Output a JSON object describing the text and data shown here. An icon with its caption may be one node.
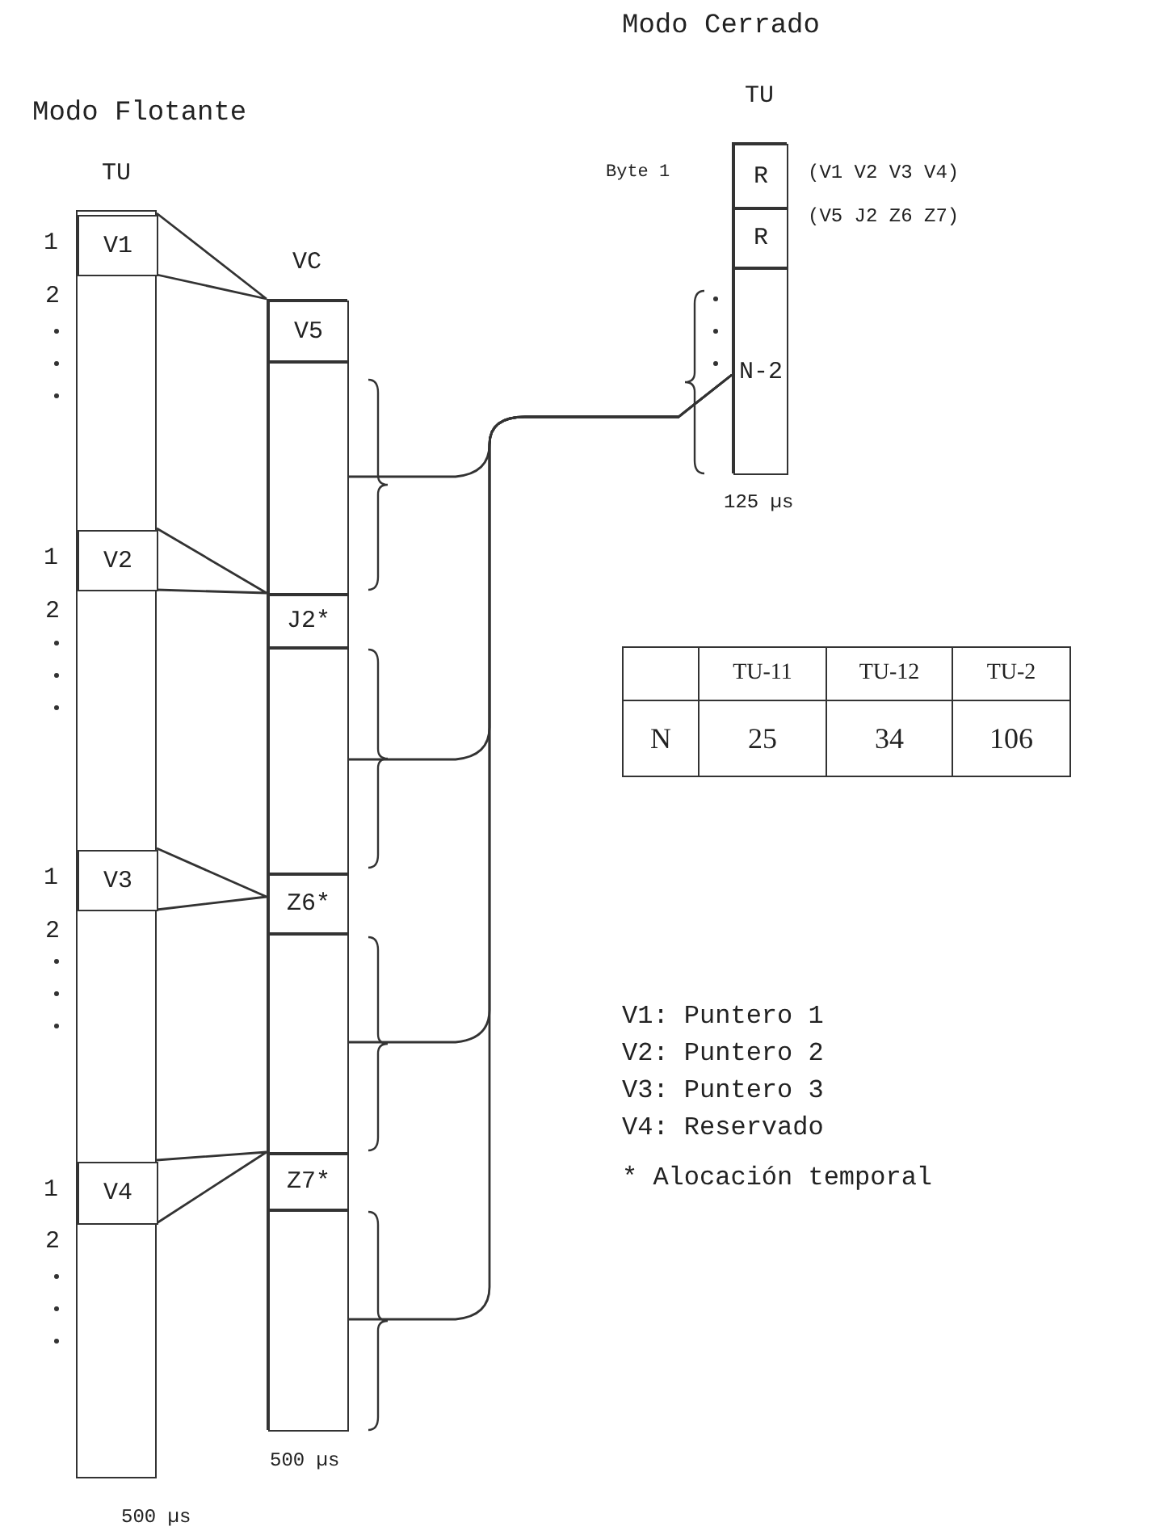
{
  "diagram": {
    "nodes": [
      {
        "text": [
          "TU"
        ]
      },
      {
        "text": [
          "VC"
        ]
      },
      {
        "text": [
          "TU"
        ]
      },
      {
        "text": [
          "V1"
        ],
        "in": 0,
        "beside": [
          "1"
        ]
      },
      {
        "text": [
          "V2"
        ],
        "in": 0,
        "beside": [
          "1"
        ]
      },
      {
        "text": [
          "V3"
        ],
        "in": 0,
        "beside": [
          "1"
        ]
      },
      {
        "text": [
          "V4"
        ],
        "in": 0,
        "beside": [
          "1"
        ]
      },
      {
        "text": [
          "V5"
        ],
        "in": 1
      },
      {
        "text": [],
        "shape": "box",
        "in": 1
      },
      {
        "text": [
          "J2*"
        ],
        "in": 1
      },
      {
        "text": [],
        "shape": "box",
        "in": 1
      },
      {
        "text": [
          "Z6*"
        ],
        "in": 1
      },
      {
        "text": [],
        "shape": "box",
        "in": 1
      },
      {
        "text": [
          "Z7*"
        ],
        "in": 1
      },
      {
        "text": [],
        "shape": "box",
        "in": 1
      },
      {
        "text": [
          "R"
        ],
        "in": 2
      },
      {
        "text": [
          "R"
        ],
        "in": 2
      },
      {
        "text": [
          "N-2"
        ],
        "in": 2
      }
    ],
    "edges": [
      {
        "from": 3,
        "to": 7,
        "arrow": "none"
      },
      {
        "from": 4,
        "to": 9,
        "arrow": "none"
      },
      {
        "from": 5,
        "to": 11,
        "arrow": "none"
      },
      {
        "from": 6,
        "to": 13,
        "arrow": "none"
      },
      {
        "from": 8,
        "to": 17,
        "arrow": "none"
      },
      {
        "from": 10,
        "to": 17,
        "arrow": "none"
      },
      {
        "from": 12,
        "to": 17,
        "arrow": "none"
      },
      {
        "from": 14,
        "to": 17,
        "arrow": "none"
      }
    ],
    "labels": [
      "Modo Cerrado",
      "Modo Flotante",
      "Byte 1",
      "(V1 V2 V3 V4)",
      "(V5 J2 Z6 Z7)",
      "2",
      "125 µs",
      "2",
      "TU-11",
      "TU-12",
      "TU-2",
      "N",
      "25",
      "34",
      "106",
      "2",
      "V1: Puntero 1",
      "V2: Puntero 2",
      "V3: Puntero 3",
      "V4: Reservado",
      "2",
      "* Alocación temporal",
      "500 µs",
      "500 µs"
    ]
  }
}
